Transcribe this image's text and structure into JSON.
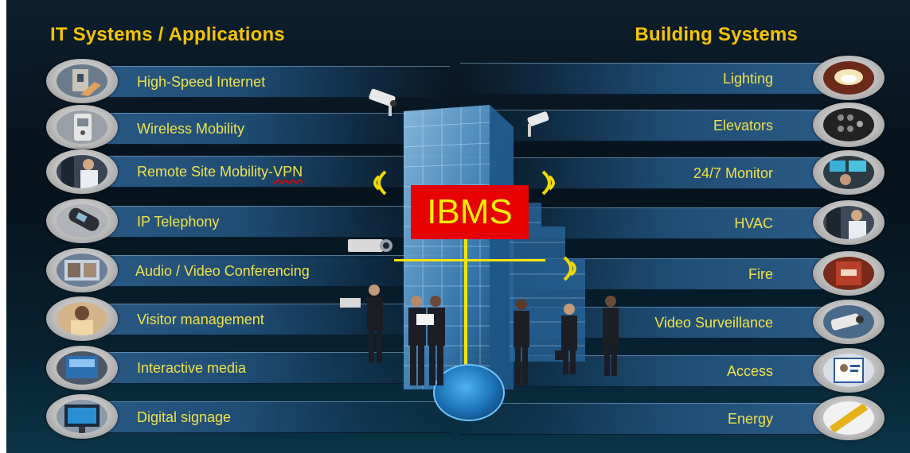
{
  "headings": {
    "left": "IT Systems / Applications",
    "right": "Building Systems"
  },
  "center_label": "IBMS",
  "it_systems": [
    {
      "label": "High-Speed Internet",
      "icon": "hand-keypad-icon"
    },
    {
      "label": "Wireless Mobility",
      "icon": "wireless-device-icon"
    },
    {
      "label": "Remote Site Mobility-VPN",
      "icon": "technician-rack-icon"
    },
    {
      "label": "IP Telephony",
      "icon": "phone-handset-icon"
    },
    {
      "label": "Audio / Video  Conferencing",
      "icon": "conference-screen-icon"
    },
    {
      "label": "Visitor management",
      "icon": "visitor-badge-icon"
    },
    {
      "label": "Interactive media",
      "icon": "kiosk-screen-icon"
    },
    {
      "label": "Digital signage",
      "icon": "signage-display-icon"
    }
  ],
  "building_systems": [
    {
      "label": "Lighting",
      "icon": "ceiling-light-icon"
    },
    {
      "label": "Elevators",
      "icon": "elevator-buttons-icon"
    },
    {
      "label": "24/7 Monitor",
      "icon": "monitor-station-icon"
    },
    {
      "label": "HVAC",
      "icon": "technician-hvac-icon"
    },
    {
      "label": "Fire",
      "icon": "fire-alarm-icon"
    },
    {
      "label": "Video Surveillance",
      "icon": "security-camera-icon"
    },
    {
      "label": "Access",
      "icon": "id-badge-icon"
    },
    {
      "label": "Energy",
      "icon": "energy-bar-icon"
    }
  ],
  "colors": {
    "label_text": "#f0e24a",
    "heading_text": "#f5c400",
    "ibms_box": "#e60000",
    "ibms_text": "#f7f000",
    "band": "#1f4c73",
    "signal_waves": "#f0d800",
    "axis_line": "#f5e400"
  }
}
